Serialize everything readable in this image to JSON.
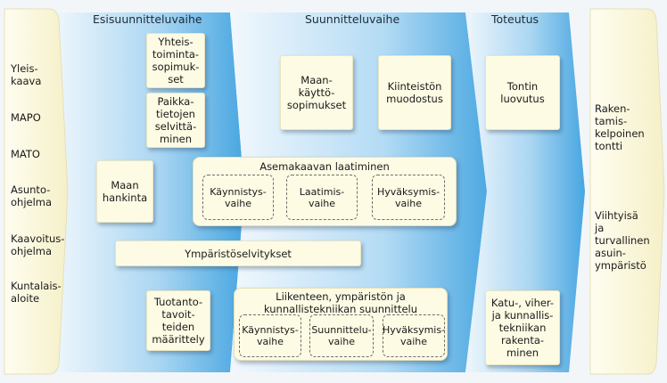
{
  "phases": {
    "pre_planning": "Esisuunnitteluvaihe",
    "planning": "Suunnitteluvaihe",
    "implementation": "Toteutus"
  },
  "inputs": [
    "Yleis-\nkaava",
    "MAPO",
    "MATO",
    "Asunto-\nohjelma",
    "Kaavoitus-\nohjelma",
    "Kuntalais-\naloite"
  ],
  "pre_planning": {
    "cooperation_agreements": "Yhteis-\ntoiminta-\nsopimuk-\nset",
    "site_surveys": "Paikka-\ntietojen\nselvittä-\nminen",
    "land_acquisition": "Maan\nhankinta",
    "production_targets": "Tuotanto-\ntavoit-\nteiden\nmäärittely"
  },
  "planning": {
    "land_use_agreements": "Maan-\nkäyttö-\nsopimukset",
    "property_formation": "Kiinteistön\nmuodostus"
  },
  "implementation": {
    "plot_handover": "Tontin\nluovutus",
    "street_construction": "Katu-, viher-\nja kunnallis-\ntekniikan\nrakenta-\nminen"
  },
  "detailed_plan": {
    "title": "Asemakaavan laatiminen",
    "steps": [
      "Käynnistys-\nvaihe",
      "Laatimis-\nvaihe",
      "Hyväksymis-\nvaihe"
    ]
  },
  "environmental_surveys": "Ympäristöselvitykset",
  "infrastructure_plan": {
    "title": "Liikenteen, ympäristön ja\nkunnallistekniikan suunnittelu",
    "steps": [
      "Käynnistys-\nvaihe",
      "Suunnittelu-\nvaihe",
      "Hyväksymis-\nvaihe"
    ]
  },
  "results": {
    "buildable_plot": "Raken-\ntamis-\nkelpoinen\ntontti",
    "living_environment": "Viihtyisä\nja\nturvallinen\nasuin-\nympäristö"
  },
  "colors": {
    "arrow_fill": "#fdfbe4",
    "phase_blue": "#5fb2e6",
    "box_fill": "#fdfbe4"
  }
}
